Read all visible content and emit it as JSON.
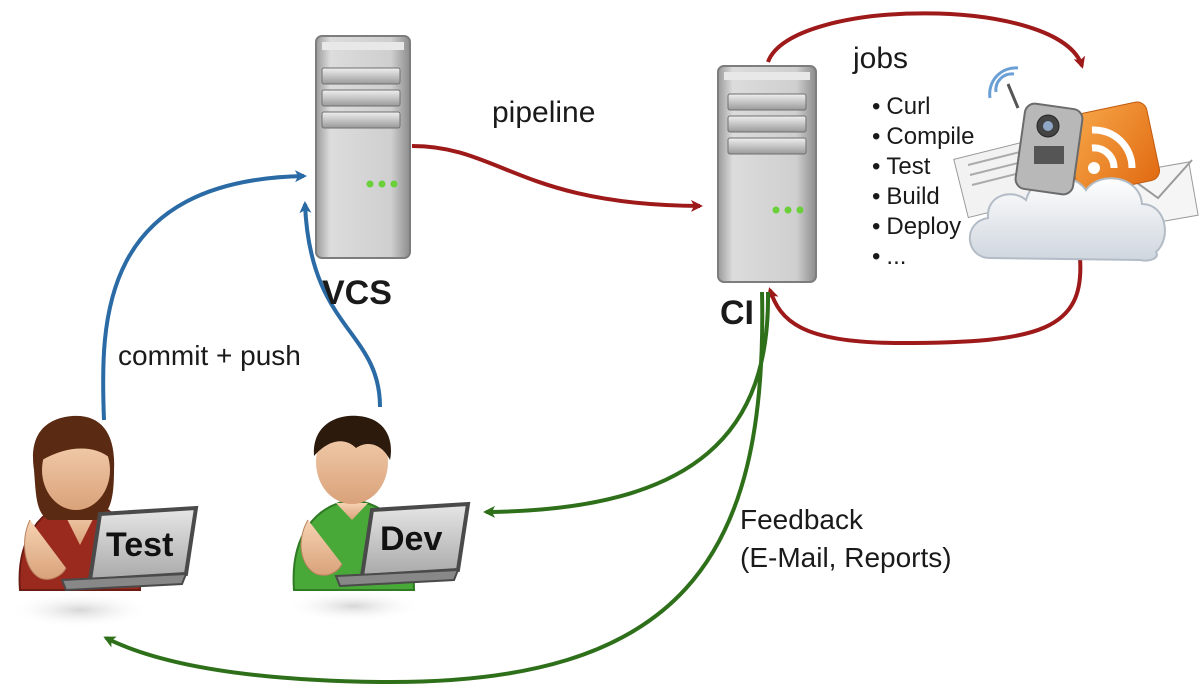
{
  "nodes": {
    "vcs": {
      "label": "VCS"
    },
    "ci": {
      "label": "CI"
    },
    "test_user": {
      "label": "Test"
    },
    "dev_user": {
      "label": "Dev"
    }
  },
  "edges": {
    "pipeline": {
      "label": "pipeline"
    },
    "commit_push": {
      "label": "commit + push"
    },
    "feedback": {
      "line1": "Feedback",
      "line2": "(E-Mail, Reports)"
    }
  },
  "jobs": {
    "title": "jobs",
    "items": [
      "Curl",
      "Compile",
      "Test",
      "Build",
      "Deploy",
      "..."
    ]
  },
  "colors": {
    "commit_arrow": "#2a6aa5",
    "pipeline_arrow": "#9e1a1a",
    "feedback_arrow": "#2e6f1a",
    "server_body": "#c9c9c9",
    "server_led": "#6bcf3a",
    "test_shirt": "#9b2a1e",
    "dev_shirt": "#48a838"
  },
  "icons": [
    "server-icon",
    "laptop-icon",
    "cloud-icon",
    "rss-icon",
    "phone-icon",
    "mail-icon",
    "document-icon"
  ]
}
